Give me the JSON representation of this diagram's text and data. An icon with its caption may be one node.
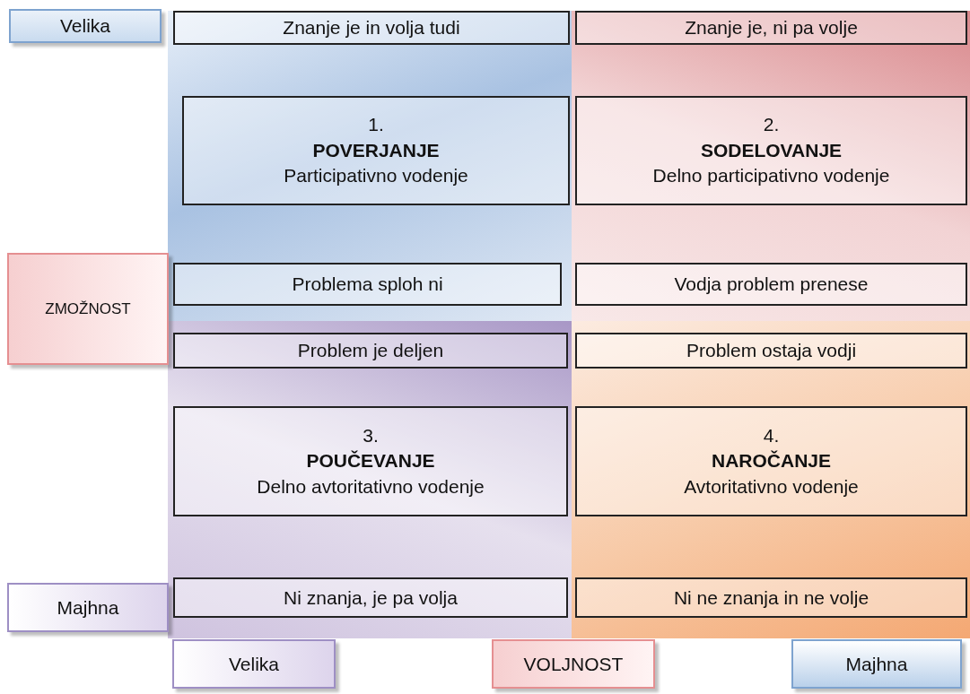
{
  "diagram": {
    "nodes": [
      {
        "text": [
          "Velika"
        ]
      },
      {
        "text": [
          "Znanje je in volja tudi"
        ]
      },
      {
        "text": [
          "Znanje je, ni pa volje"
        ]
      },
      {
        "text": [
          "1.",
          "POVERJANJE",
          "Participativno vodenje"
        ]
      },
      {
        "text": [
          "2.",
          "SODELOVANJE",
          "Delno participativno vodenje"
        ]
      },
      {
        "text": [
          "ZMOŽNOST"
        ]
      },
      {
        "text": [
          "Problema sploh ni"
        ]
      },
      {
        "text": [
          "Vodja problem prenese"
        ]
      },
      {
        "text": [
          "Problem je deljen"
        ]
      },
      {
        "text": [
          "Problem ostaja vodji"
        ]
      },
      {
        "text": [
          "3.",
          "POUČEVANJE",
          "Delno avtoritativno vodenje"
        ]
      },
      {
        "text": [
          "4.",
          "NAROČANJE",
          "Avtoritativno vodenje"
        ]
      },
      {
        "text": [
          "Majhna"
        ]
      },
      {
        "text": [
          "Ni znanja, je pa volja"
        ]
      },
      {
        "text": [
          "Ni ne znanja in ne volje"
        ]
      },
      {
        "text": [
          "Velika"
        ]
      },
      {
        "text": [
          "VOLJNOST"
        ]
      },
      {
        "text": [
          "Majhna"
        ]
      }
    ],
    "edges": []
  }
}
